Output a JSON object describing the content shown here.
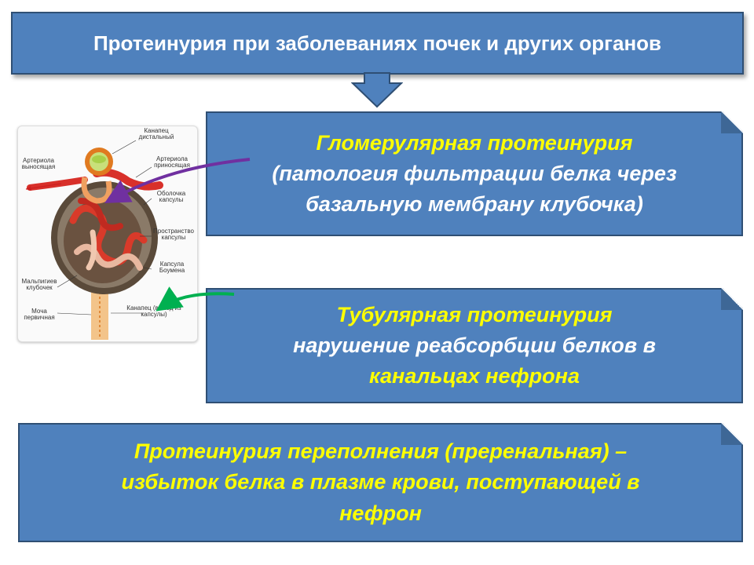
{
  "title": "Протеинурия при заболеваниях почек и других органов",
  "glomerular": {
    "heading": "Гломерулярная протеинурия",
    "line2": "(патология фильтрации белка через",
    "line3": "базальную мембрану клубочка)"
  },
  "tubular": {
    "heading": "Тубулярная протеинурия",
    "line2": "нарушение  реабсорбции белков  в",
    "line3": "канальцах нефрона"
  },
  "prerenal": {
    "line1": "Протеинурия переполнения (преренальная) –",
    "line2": "избыток белка в плазме крови, поступающей в",
    "line3": "нефрон"
  },
  "diagram_labels": {
    "distal_tubule": "Канапец дистальный",
    "efferent_arteriole": "Артериола выносящая",
    "afferent_arteriole": "Артериола приносящая",
    "capsule_shell": "Оболочка капсулы",
    "capsule_space": "Пространство капсулы",
    "bowman_capsule": "Капсула Боумена",
    "malpighian_glomerulus": "Мальпигиев клубочек",
    "primary_urine": "Моча первичная",
    "tubule_exit": "Канапец (выход из капсулы)"
  },
  "colors": {
    "box_fill": "#4f81bd",
    "box_border": "#2f4f74",
    "accent_text": "#ffff00",
    "purple_connector": "#7030a0",
    "green_connector": "#00b050"
  }
}
